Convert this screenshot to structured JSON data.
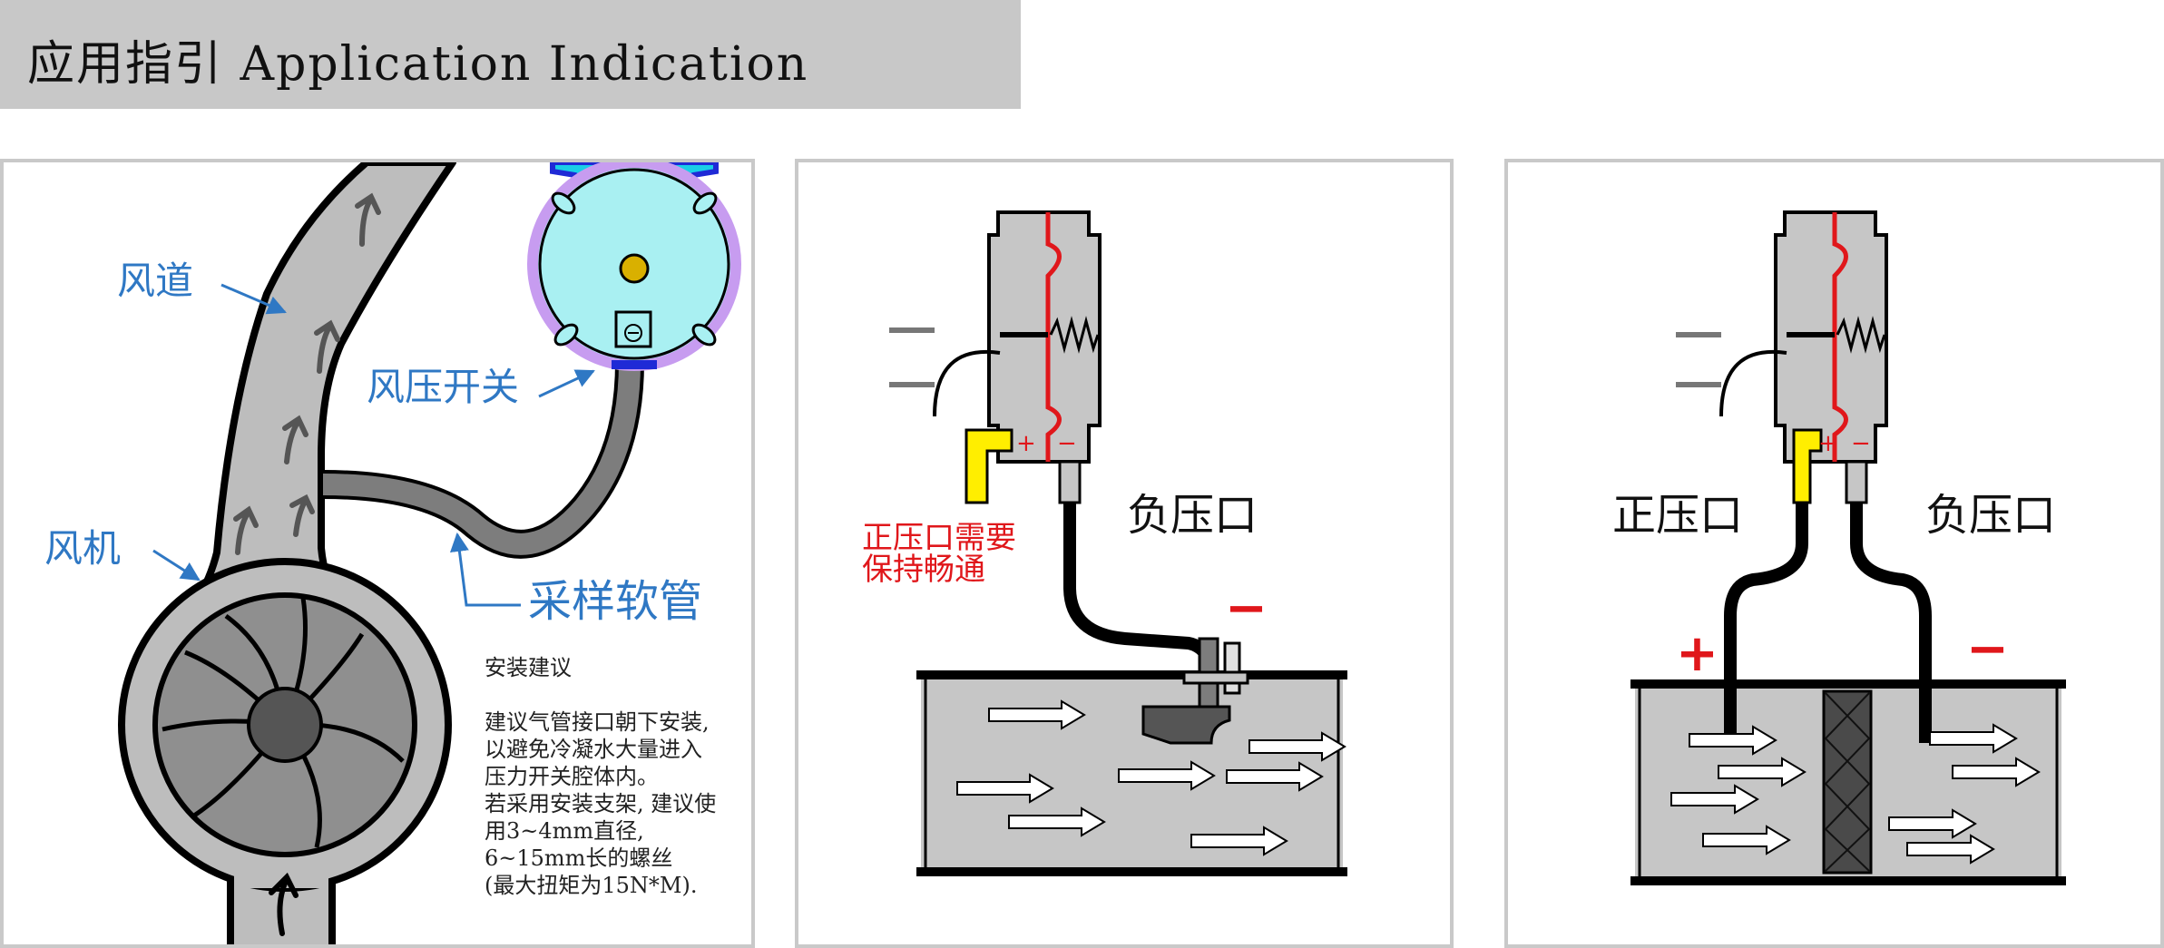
{
  "header": {
    "title": "应用指引 Application Indication"
  },
  "panel1": {
    "label_duct": "风道",
    "label_fan": "风机",
    "label_switch": "风压开关",
    "label_hose": "采样软管",
    "notes_title": "安装建议",
    "notes_lines": [
      "建议气管接口朝下安装,",
      "以避免冷凝水大量进入",
      "压力开关腔体内。",
      "若采用安装支架, 建议使",
      "用3~4mm直径,",
      "6~15mm长的螺丝",
      "(最大扭矩为15N*M)."
    ]
  },
  "panel2": {
    "label_negative_port": "负压口",
    "label_note_line1": "正压口需要",
    "label_note_line2": "保持畅通",
    "sign_plus": "+",
    "sign_minus": "−",
    "sign_negative": "−"
  },
  "panel3": {
    "label_positive_port": "正压口",
    "label_negative_port": "负压口",
    "sign_plus": "+",
    "sign_minus": "−",
    "duct_plus": "+",
    "duct_minus": "−"
  },
  "colors": {
    "header_bg": "#c8c8c8",
    "panel_border": "#c9c9c9",
    "duct_gray": "#bdbdbd",
    "label_blue": "#2f78c4",
    "diaphragm_red": "#e0171b",
    "port_yellow": "#ffee00",
    "switch_cyan": "#a9f0f2"
  }
}
